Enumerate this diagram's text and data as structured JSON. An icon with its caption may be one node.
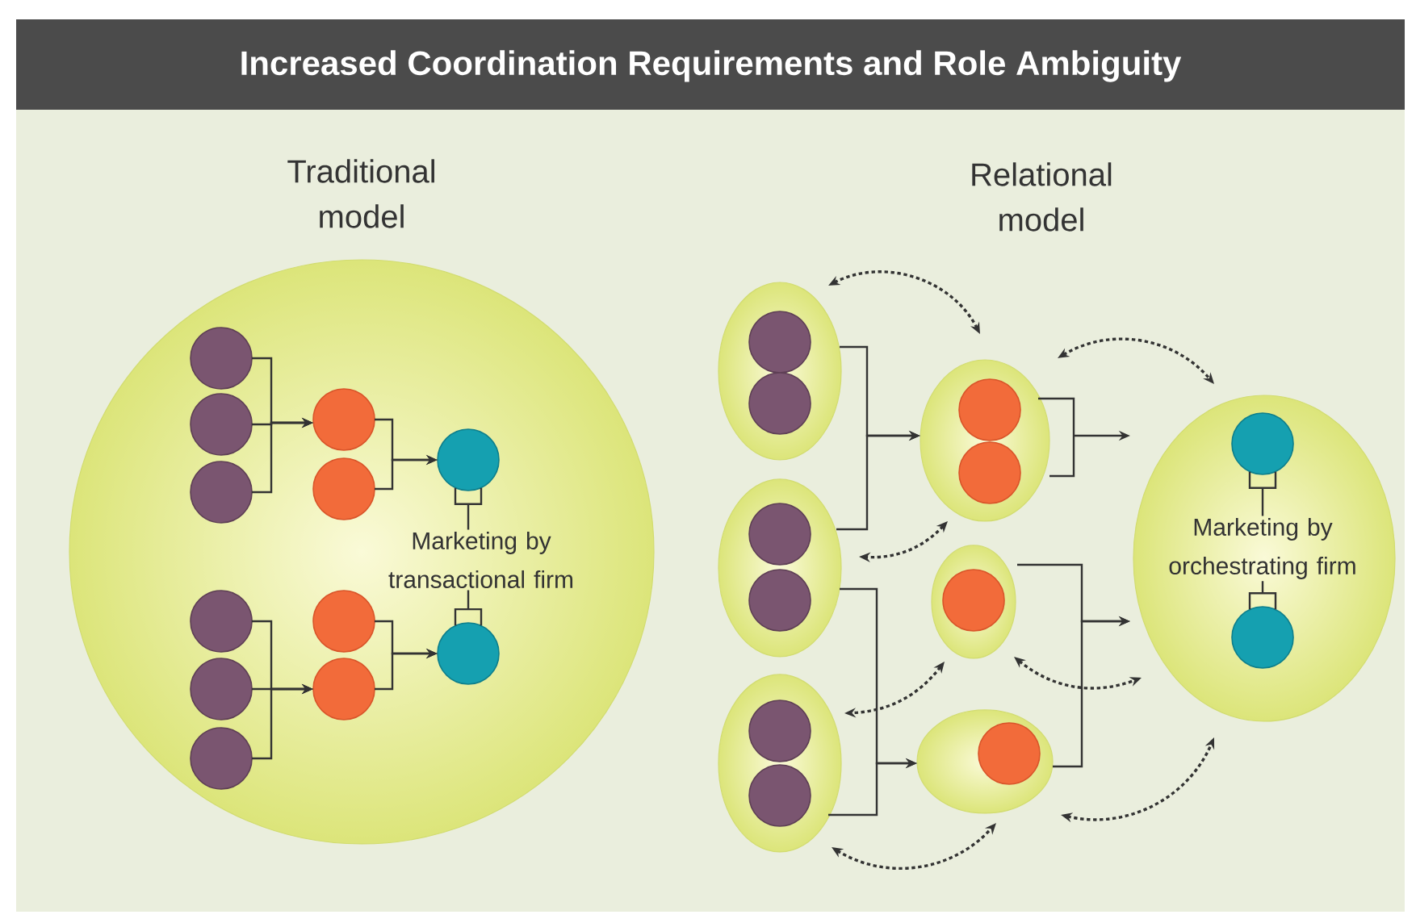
{
  "diagram": {
    "title": "Increased Coordination Requirements and Role Ambiguity",
    "nodes": [
      {
        "text": [],
        "shape": "circle"
      },
      {
        "text": [],
        "shape": "circle",
        "in": 0
      },
      {
        "text": [],
        "shape": "circle",
        "in": 0
      },
      {
        "text": [],
        "shape": "circle",
        "in": 0
      },
      {
        "text": [],
        "shape": "circle",
        "in": 0
      },
      {
        "text": [],
        "shape": "circle",
        "in": 0
      },
      {
        "text": [],
        "shape": "circle",
        "in": 0
      },
      {
        "text": [
          "Marketing by transactional firm"
        ],
        "in": 0
      },
      {
        "text": [],
        "shape": "circle",
        "in": 0
      },
      {
        "text": [],
        "shape": "circle",
        "in": 0
      },
      {
        "text": [],
        "shape": "circle",
        "in": 0
      },
      {
        "text": [],
        "shape": "circle",
        "in": 0
      },
      {
        "text": [],
        "shape": "circle",
        "in": 0
      },
      {
        "text": [],
        "shape": "circle",
        "in": 0
      },
      {
        "text": [],
        "shape": "ellipse"
      },
      {
        "text": [],
        "shape": "circle",
        "in": 14
      },
      {
        "text": [],
        "shape": "circle",
        "in": 14
      },
      {
        "text": [],
        "shape": "ellipse"
      },
      {
        "text": [],
        "shape": "circle",
        "in": 17
      },
      {
        "text": [],
        "shape": "circle",
        "in": 17
      },
      {
        "text": [],
        "shape": "ellipse"
      },
      {
        "text": [],
        "shape": "circle",
        "in": 20
      },
      {
        "text": [],
        "shape": "circle",
        "in": 20
      },
      {
        "text": [],
        "shape": "ellipse"
      },
      {
        "text": [],
        "shape": "circle",
        "in": 23
      },
      {
        "text": [],
        "shape": "circle",
        "in": 23
      },
      {
        "text": [],
        "shape": "ellipse"
      },
      {
        "text": [],
        "shape": "circle",
        "in": 26
      },
      {
        "text": [],
        "shape": "ellipse"
      },
      {
        "text": [],
        "shape": "circle",
        "in": 28
      },
      {
        "text": [],
        "shape": "ellipse"
      },
      {
        "text": [],
        "shape": "circle",
        "in": 30
      },
      {
        "text": [
          "Marketing by orchestrating firm"
        ],
        "in": 30
      },
      {
        "text": [],
        "shape": "circle",
        "in": 30
      }
    ],
    "edges": [
      {
        "from": 1,
        "to": 4,
        "arrow": "to"
      },
      {
        "from": 2,
        "to": 4,
        "arrow": "to"
      },
      {
        "from": 3,
        "to": 4,
        "arrow": "to"
      },
      {
        "from": 4,
        "to": 6,
        "arrow": "to"
      },
      {
        "from": 5,
        "to": 6,
        "arrow": "to"
      },
      {
        "from": 8,
        "to": 12,
        "arrow": "to"
      },
      {
        "from": 9,
        "to": 12,
        "arrow": "to"
      },
      {
        "from": 10,
        "to": 12,
        "arrow": "to"
      },
      {
        "from": 11,
        "to": 13,
        "arrow": "to"
      },
      {
        "from": 12,
        "to": 13,
        "arrow": "to"
      },
      {
        "from": 7,
        "to": 6,
        "arrow": "none"
      },
      {
        "from": 7,
        "to": 13,
        "arrow": "none"
      },
      {
        "from": 14,
        "to": 23,
        "arrow": "to"
      },
      {
        "from": 17,
        "to": 23,
        "arrow": "to"
      },
      {
        "from": 17,
        "to": 28,
        "arrow": "to"
      },
      {
        "from": 20,
        "to": 28,
        "arrow": "to"
      },
      {
        "from": 23,
        "to": 30,
        "arrow": "to"
      },
      {
        "from": 26,
        "to": 30,
        "arrow": "to"
      },
      {
        "from": 28,
        "to": 30,
        "arrow": "to"
      },
      {
        "from": 32,
        "to": 31,
        "arrow": "none"
      },
      {
        "from": 32,
        "to": 33,
        "arrow": "none"
      },
      {
        "from": 14,
        "to": 23,
        "arrow": "both",
        "style": "dashed"
      },
      {
        "from": 23,
        "to": 30,
        "arrow": "both",
        "style": "dashed"
      },
      {
        "from": 23,
        "to": 17,
        "arrow": "both",
        "style": "dashed"
      },
      {
        "from": 26,
        "to": 30,
        "arrow": "both",
        "style": "dashed"
      },
      {
        "from": 26,
        "to": 20,
        "arrow": "both",
        "style": "dashed"
      },
      {
        "from": 28,
        "to": 30,
        "arrow": "both",
        "style": "dashed"
      },
      {
        "from": 20,
        "to": 28,
        "arrow": "both",
        "style": "dashed"
      }
    ],
    "labels": [
      "Traditional model",
      "Relational model"
    ]
  }
}
